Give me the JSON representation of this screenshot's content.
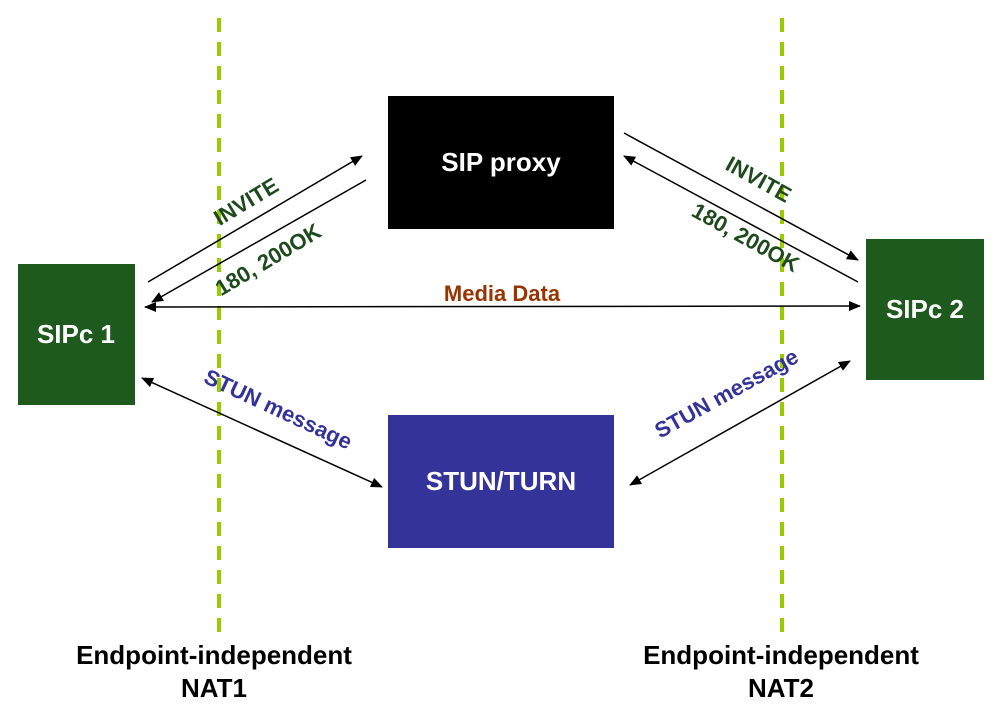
{
  "nodes": {
    "sip_proxy": "SIP proxy",
    "stun_turn": "STUN/TURN",
    "sipc1": "SIPc 1",
    "sipc2": "SIPc 2"
  },
  "messages": {
    "invite_left": "INVITE",
    "ok_left": "180, 200OK",
    "invite_right": "INVITE",
    "ok_right": "180, 200OK",
    "media": "Media Data",
    "stun_left": "STUN message",
    "stun_right": "STUN message"
  },
  "nat": {
    "left_line1": "Endpoint-independent",
    "left_line2": "NAT1",
    "right_line1": "Endpoint-independent",
    "right_line2": "NAT2"
  },
  "colors": {
    "sip_proxy": "#000000",
    "stun_turn": "#333399",
    "sip_client": "#1e5a1e",
    "sip_msg_text": "#1e4a1e",
    "media_text": "#993300",
    "stun_msg_text": "#333399",
    "nat_line": "#99cc00"
  }
}
